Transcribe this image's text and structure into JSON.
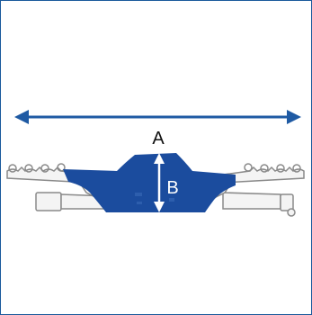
{
  "labels": {
    "a": "A",
    "b": "B"
  },
  "colors": {
    "frame": "#1a5a9c",
    "hub": "#1b4c9e",
    "arrow_a": "#1f5aa3",
    "arrow_b": "#ffffff",
    "label_a": "#111111",
    "label_b": "#ffffff",
    "parts_stroke": "#8a8a8a",
    "parts_fill": "#f4f4f4"
  },
  "icons": {
    "arrow_a": "double-headed-arrow",
    "arrow_b": "double-headed-arrow"
  }
}
